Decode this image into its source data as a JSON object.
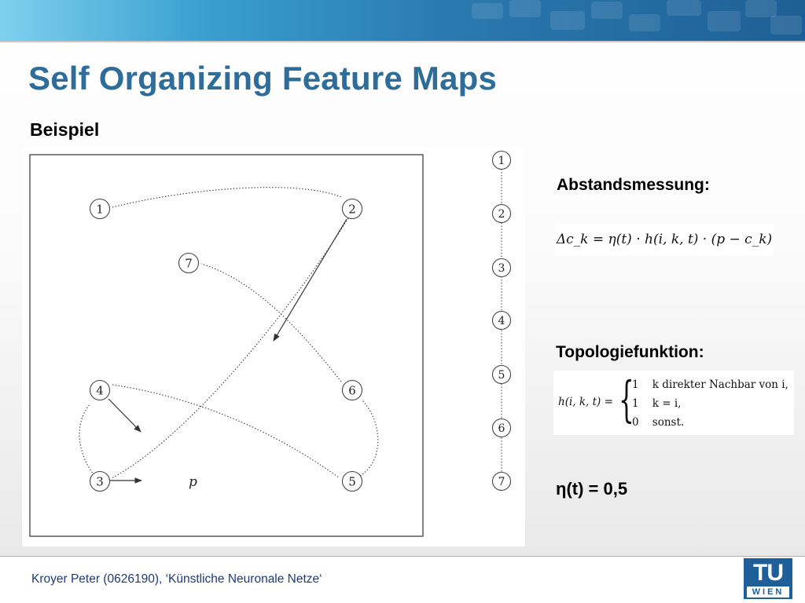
{
  "slide": {
    "title": "Self Organizing Feature Maps",
    "subtitle": "Beispiel",
    "accent_color": "#2e6d9a"
  },
  "figure": {
    "nodes": [
      "1",
      "2",
      "3",
      "4",
      "5",
      "6",
      "7"
    ],
    "chain_nodes": [
      "1",
      "2",
      "3",
      "4",
      "5",
      "6",
      "7"
    ],
    "input_label": "p"
  },
  "right_panel": {
    "distance_heading": "Abstandsmessung:",
    "distance_formula": "Δc_k = η(t) · h(i, k, t) · (p − c_k)",
    "topology_heading": "Topologiefunktion:",
    "topology_lhs": "h(i, k, t) =",
    "topology_cases": [
      {
        "value": "1",
        "condition": "k direkter Nachbar von i,"
      },
      {
        "value": "1",
        "condition": "k = i,"
      },
      {
        "value": "0",
        "condition": "sonst."
      }
    ],
    "eta": "η(t) = 0,5"
  },
  "footer": {
    "text": "Kroyer Peter (0626190),  ‘Künstliche Neuronale Netze‘",
    "logo_top": "TU",
    "logo_bottom": "WIEN",
    "logo_color": "#1e5f9a"
  }
}
